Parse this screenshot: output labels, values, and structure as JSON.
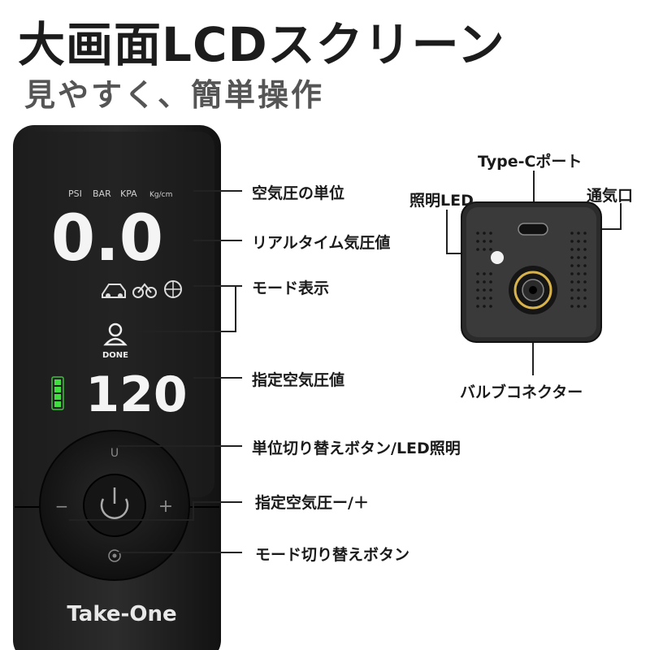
{
  "header": {
    "title": "大画面LCDスクリーン",
    "subtitle": "見やすく、簡単操作"
  },
  "device": {
    "units": [
      "PSI",
      "BAR",
      "KPA",
      "Kg/cm"
    ],
    "realtime_value": "0.0",
    "mode_label": "DONE",
    "target_value": "120",
    "button_u": "U",
    "button_minus": "−",
    "button_plus": "+",
    "brand": "Take-One",
    "battery_bars": 4
  },
  "callouts": {
    "unit_label": "空気圧の単位",
    "realtime_label": "リアルタイム気圧値",
    "mode_display_label": "モード表示",
    "target_label": "指定空気圧値",
    "unit_switch_label": "単位切り替えボタン/LED照明",
    "pressure_adjust_label": "指定空気圧ー/＋",
    "mode_switch_label": "モード切り替えボタン"
  },
  "ports": {
    "typec_label": "Type-Cポート",
    "light_label": "照明LED",
    "vent_label": "通気口",
    "valve_label": "バルブコネクター"
  }
}
